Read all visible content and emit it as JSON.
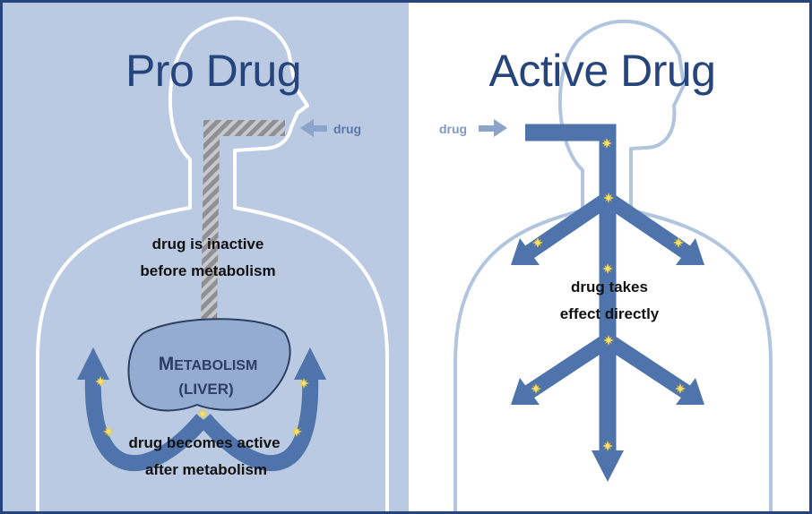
{
  "prodrug": {
    "title": "Pro Drug",
    "drug_label": "drug",
    "caption_top": [
      "drug is inactive",
      "before metabolism"
    ],
    "organ_label": [
      "METABOLISM",
      "(LIVER)"
    ],
    "caption_bottom": [
      "drug becomes active",
      "after metabolism"
    ]
  },
  "active": {
    "title": "Active Drug",
    "drug_label": "drug",
    "caption": [
      "drug takes",
      "effect directly"
    ]
  },
  "colors": {
    "left_panel_bg": "#b9cae2",
    "right_panel_bg": "#ffffff",
    "title": "#26457c",
    "flow_arrow": "#4f73ab",
    "body_outline_left": "#ffffff",
    "body_outline_right": "#b2c5df",
    "inactive_pipe": "#8f9094",
    "active_star": "#f2d13a",
    "liver_fill": "#93acd0",
    "frame": "#26457c"
  },
  "icons": {
    "left_arrow": "arrow-left-icon",
    "right_arrow": "arrow-right-icon",
    "star": "star-icon",
    "liver": "liver-icon"
  }
}
